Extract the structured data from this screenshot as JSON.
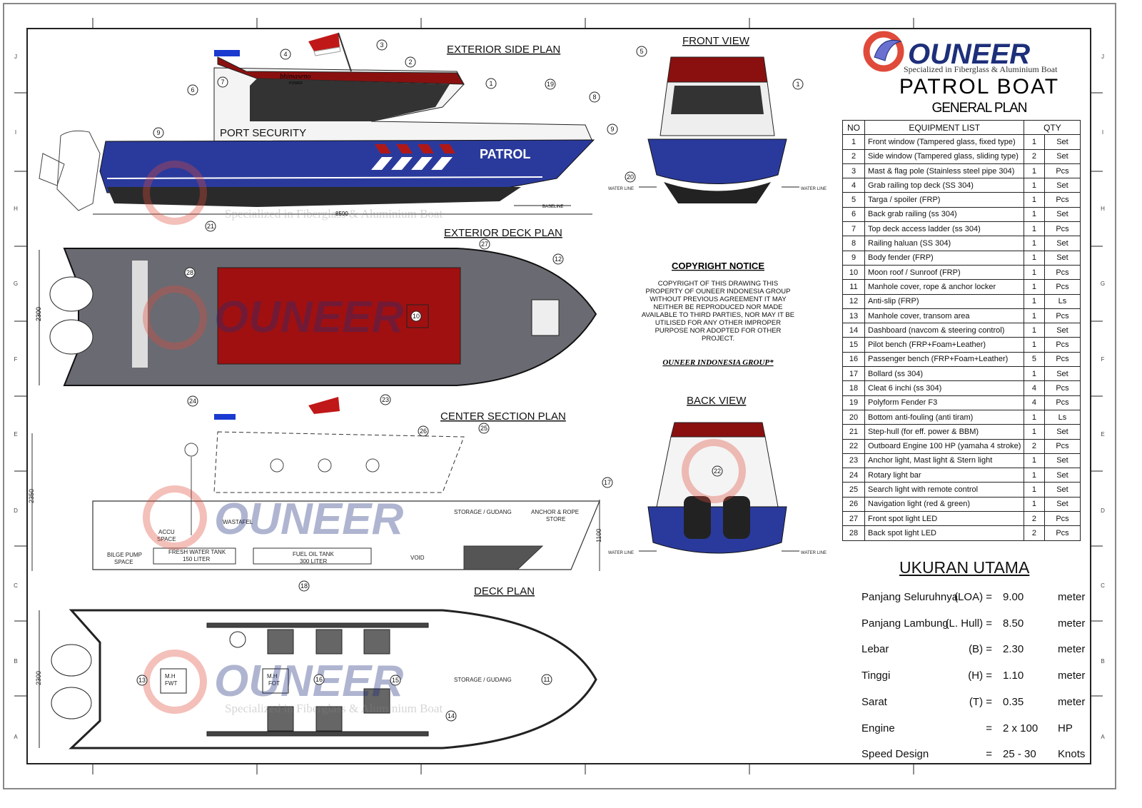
{
  "brand": {
    "name": "OUNEER",
    "tagline": "Specialized in Fiberglass & Aluminium Boat",
    "colors": {
      "navy": "#1e2f7a",
      "red": "#e04a3a",
      "hull_blue": "#2a3a9c",
      "deck_red": "#a01010"
    }
  },
  "header": {
    "title": "PATROL BOAT",
    "subtitle": "GENERAL PLAN"
  },
  "views": {
    "side": "EXTERIOR SIDE PLAN",
    "deck_ext": "EXTERIOR DECK PLAN",
    "center": "CENTER SECTION PLAN",
    "deck": "DECK PLAN",
    "front": "FRONT VIEW",
    "back": "BACK VIEW"
  },
  "drawing_labels": {
    "port_security": "PORT SECURITY",
    "patrol": "PATROL",
    "bhimaseno": "bhimaseno",
    "power": "POWER",
    "length": "8500",
    "baseline": "BASELINE",
    "beam": "2300",
    "height": "2350",
    "depth": "1100",
    "water_line": "WATER LINE",
    "storage": "STORAGE / GUDANG",
    "anchor": "ANCHOR & ROPE",
    "anchor2": "STORE",
    "wastafel": "WASTAFEL",
    "accu": "ACCU",
    "accu2": "SPACE",
    "bilge": "BILGE PUMP",
    "bilge2": "SPACE",
    "fwt": "FRESH WATER TANK",
    "fwt2": "150 LITER",
    "fot": "FUEL OIL TANK",
    "fot2": "300 LITER",
    "void": "VOID",
    "mh_fwt": "M.H",
    "mh_fwt2": "FWT",
    "mh_fot": "M.H",
    "mh_fot2": "FOT"
  },
  "callouts": [
    "1",
    "2",
    "3",
    "4",
    "5",
    "6",
    "7",
    "8",
    "9",
    "10",
    "11",
    "12",
    "13",
    "14",
    "15",
    "16",
    "17",
    "18",
    "19",
    "20",
    "21",
    "22",
    "23",
    "24",
    "25",
    "26",
    "27",
    "28"
  ],
  "grid_letters": [
    "J",
    "I",
    "H",
    "G",
    "F",
    "E",
    "D",
    "C",
    "B",
    "A"
  ],
  "copyright": {
    "title": "COPYRIGHT NOTICE",
    "body": "COPYRIGHT OF THIS DRAWING THIS PROPERTY OF OUNEER INDONESIA GROUP WITHOUT PREVIOUS AGREEMENT IT MAY NEITHER BE REPRODUCED NOR MADE AVAILABLE TO THIRD PARTIES, NOR MAY IT BE UTILISED FOR ANY OTHER IMPROPER PURPOSE NOR ADOPTED FOR OTHER PROJECT.",
    "signature": "OUNEER INDONESIA GROUP*"
  },
  "equipment": {
    "headers": {
      "no": "NO",
      "item": "EQUIPMENT LIST",
      "qty": "QTY"
    },
    "rows": [
      {
        "no": "1",
        "item": "Front window (Tampered glass, fixed type)",
        "qty": "1",
        "unit": "Set"
      },
      {
        "no": "2",
        "item": "Side window (Tampered glass, sliding type)",
        "qty": "2",
        "unit": "Set"
      },
      {
        "no": "3",
        "item": "Mast & flag pole (Stainless steel pipe 304)",
        "qty": "1",
        "unit": "Pcs"
      },
      {
        "no": "4",
        "item": "Grab railing top deck (SS 304)",
        "qty": "1",
        "unit": "Set"
      },
      {
        "no": "5",
        "item": "Targa / spoiler (FRP)",
        "qty": "1",
        "unit": "Pcs"
      },
      {
        "no": "6",
        "item": "Back grab railing (ss 304)",
        "qty": "1",
        "unit": "Set"
      },
      {
        "no": "7",
        "item": "Top deck access ladder (ss 304)",
        "qty": "1",
        "unit": "Pcs"
      },
      {
        "no": "8",
        "item": "Railing haluan (SS 304)",
        "qty": "1",
        "unit": "Set"
      },
      {
        "no": "9",
        "item": "Body fender (FRP)",
        "qty": "1",
        "unit": "Set"
      },
      {
        "no": "10",
        "item": "Moon roof / Sunroof (FRP)",
        "qty": "1",
        "unit": "Pcs"
      },
      {
        "no": "11",
        "item": "Manhole cover, rope & anchor locker",
        "qty": "1",
        "unit": "Pcs"
      },
      {
        "no": "12",
        "item": "Anti-slip (FRP)",
        "qty": "1",
        "unit": "Ls"
      },
      {
        "no": "13",
        "item": "Manhole cover, transom area",
        "qty": "1",
        "unit": "Pcs"
      },
      {
        "no": "14",
        "item": "Dashboard (navcom & steering control)",
        "qty": "1",
        "unit": "Set"
      },
      {
        "no": "15",
        "item": "Pilot bench (FRP+Foam+Leather)",
        "qty": "1",
        "unit": "Pcs"
      },
      {
        "no": "16",
        "item": "Passenger bench (FRP+Foam+Leather)",
        "qty": "5",
        "unit": "Pcs"
      },
      {
        "no": "17",
        "item": "Bollard (ss 304)",
        "qty": "1",
        "unit": "Set"
      },
      {
        "no": "18",
        "item": "Cleat 6 inchi (ss 304)",
        "qty": "4",
        "unit": "Pcs"
      },
      {
        "no": "19",
        "item": "Polyform Fender F3",
        "qty": "4",
        "unit": "Pcs"
      },
      {
        "no": "20",
        "item": "Bottom anti-fouling (anti tiram)",
        "qty": "1",
        "unit": "Ls"
      },
      {
        "no": "21",
        "item": "Step-hull (for eff. power & BBM)",
        "qty": "1",
        "unit": "Set"
      },
      {
        "no": "22",
        "item": "Outboard Engine 100 HP (yamaha 4 stroke)",
        "qty": "2",
        "unit": "Pcs"
      },
      {
        "no": "23",
        "item": "Anchor light, Mast light & Stern light",
        "qty": "1",
        "unit": "Set"
      },
      {
        "no": "24",
        "item": "Rotary light bar",
        "qty": "1",
        "unit": "Set"
      },
      {
        "no": "25",
        "item": "Search light with remote control",
        "qty": "1",
        "unit": "Set"
      },
      {
        "no": "26",
        "item": "Navigation light (red & green)",
        "qty": "1",
        "unit": "Set"
      },
      {
        "no": "27",
        "item": "Front spot light LED",
        "qty": "2",
        "unit": "Pcs"
      },
      {
        "no": "28",
        "item": "Back spot light LED",
        "qty": "2",
        "unit": "Pcs"
      }
    ]
  },
  "main_dimensions": {
    "title": "UKURAN UTAMA",
    "rows": [
      {
        "label": "Panjang Seluruhnya",
        "sym": "(LOA) =",
        "value": "9.00",
        "unit": "meter"
      },
      {
        "label": "Panjang Lambung",
        "sym": "(L. Hull) =",
        "value": "8.50",
        "unit": "meter"
      },
      {
        "label": "Lebar",
        "sym": "(B) =",
        "value": "2.30",
        "unit": "meter"
      },
      {
        "label": "Tinggi",
        "sym": "(H) =",
        "value": "1.10",
        "unit": "meter"
      },
      {
        "label": "Sarat",
        "sym": "(T) =",
        "value": "0.35",
        "unit": "meter"
      },
      {
        "label": "Engine",
        "sym": "=",
        "value": "2 x 100",
        "unit": "HP"
      },
      {
        "label": "Speed Design",
        "sym": "=",
        "value": "25 - 30",
        "unit": "Knots"
      }
    ]
  }
}
